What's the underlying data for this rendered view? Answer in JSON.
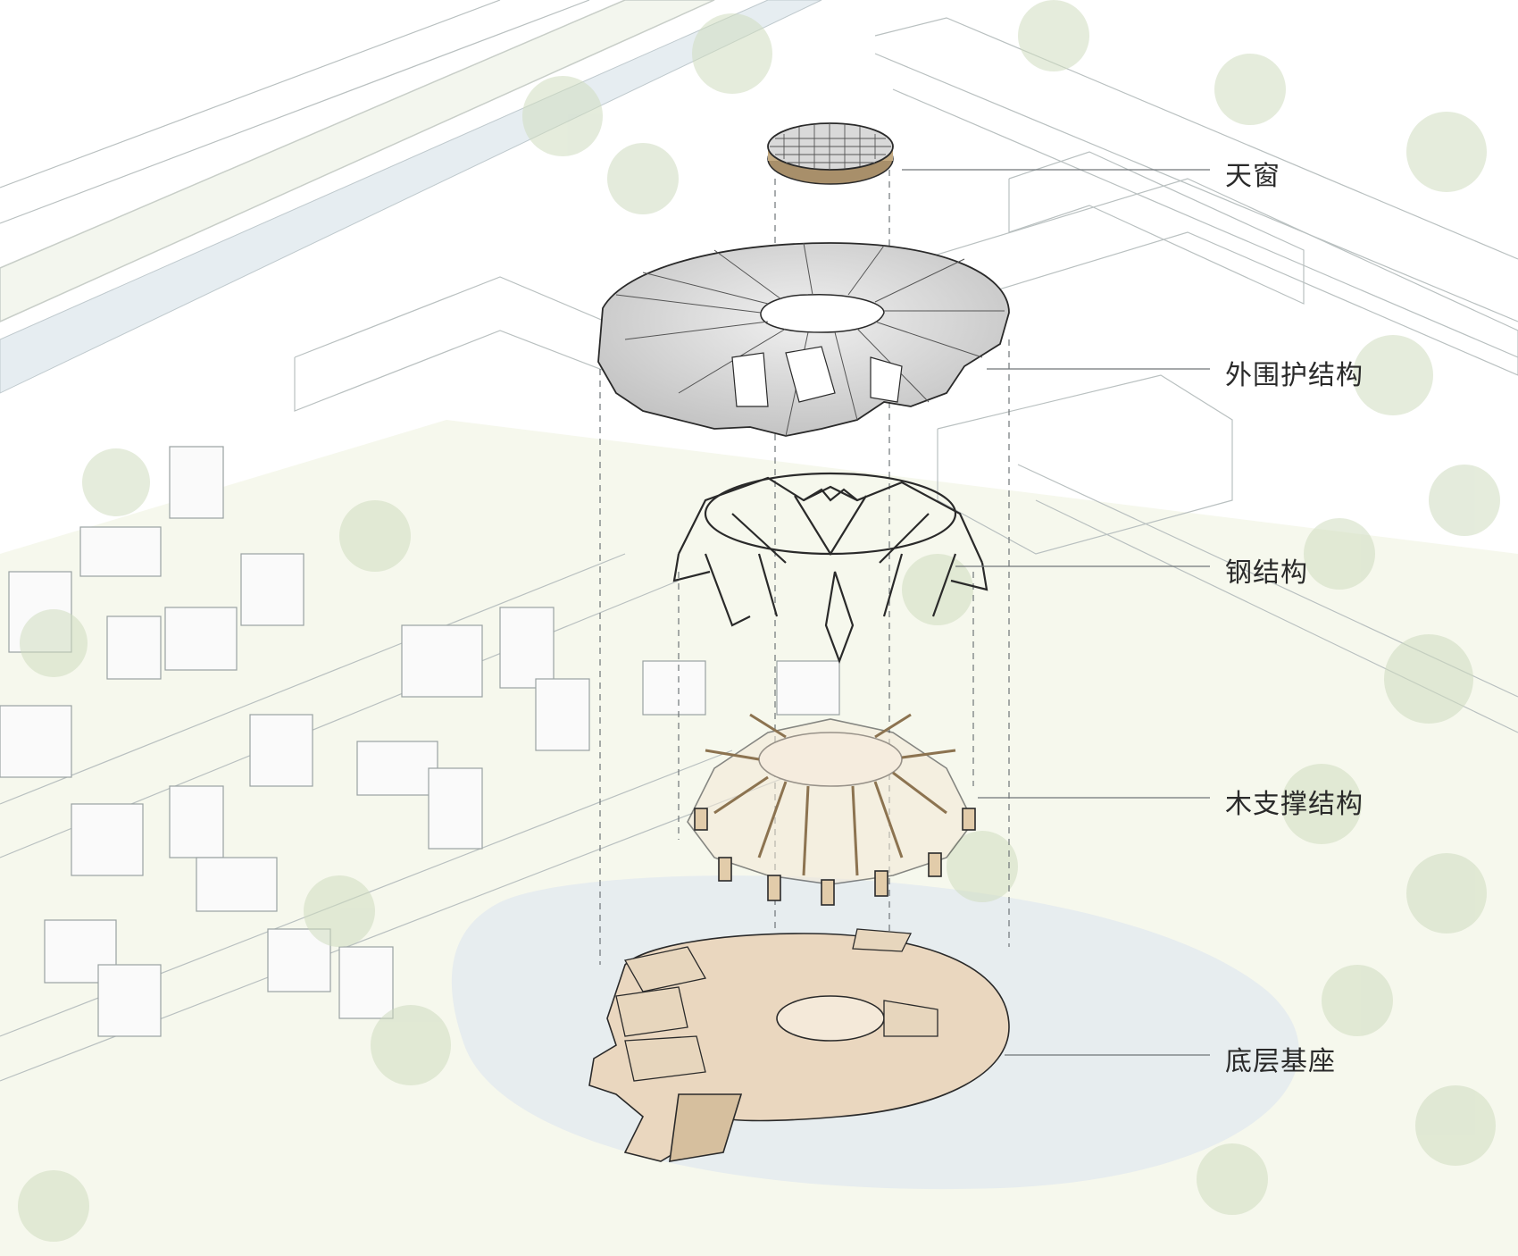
{
  "labels": {
    "skylight": "天窗",
    "envelope": "外围护结构",
    "steel": "钢结构",
    "timber": "木支撑结构",
    "base": "底层基座"
  },
  "colors": {
    "background": "#ffffff",
    "site_tint": "#eef2df",
    "water": "#e3eaef",
    "line": "#8e9699",
    "dark_line": "#2a2a2a",
    "roof_fill": "#d3d3d3",
    "timber": "#d9c6a8",
    "base_fill": "#ead7bf",
    "tree": "#cfdcc0"
  }
}
